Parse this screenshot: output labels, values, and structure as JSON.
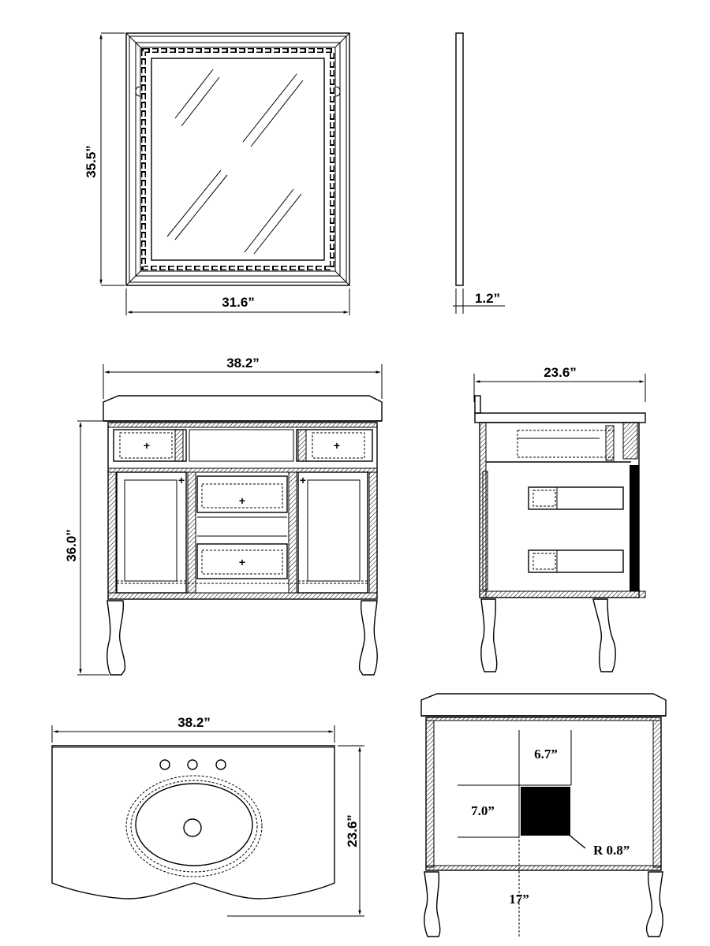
{
  "mirror_front": {
    "height_label": "35.5”",
    "width_label": "31.6”"
  },
  "mirror_side": {
    "depth_label": "1.2”"
  },
  "vanity_front": {
    "width_label": "38.2”",
    "height_label": "36.0”"
  },
  "vanity_side": {
    "depth_label": "23.6”"
  },
  "countertop_top": {
    "width_label": "38.2”",
    "depth_label": "23.6”"
  },
  "vanity_back": {
    "cutout_top_label": "6.7”",
    "cutout_left_label": "7.0”",
    "radius_label": "R 0.8”",
    "bottom_label": "17”"
  }
}
